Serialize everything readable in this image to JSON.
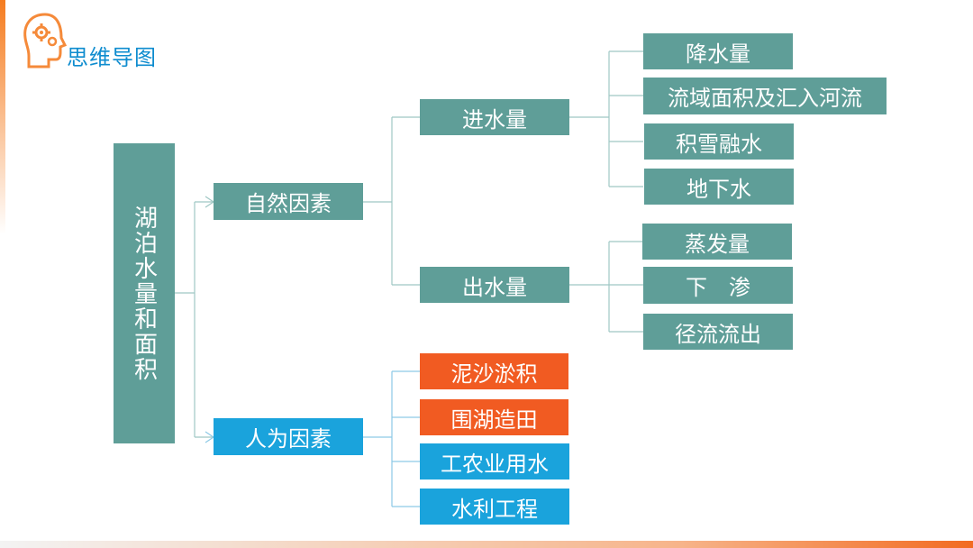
{
  "header": {
    "brand_title": "思维导图",
    "logo_icon": "head-gears-icon",
    "accent_color": "#f57c1f",
    "brand_color": "#0e8ccf"
  },
  "mindmap": {
    "root": "湖泊水量和面积",
    "natural": {
      "label": "自然因素",
      "inflow": {
        "label": "进水量",
        "items": [
          "降水量",
          "流域面积及汇入河流",
          "积雪融水",
          "地下水"
        ]
      },
      "outflow": {
        "label": "出水量",
        "items": [
          "蒸发量",
          "下　渗",
          "径流流出"
        ]
      }
    },
    "human": {
      "label": "人为因素",
      "items": [
        "泥沙淤积",
        "围湖造田",
        "工农业用水",
        "水利工程"
      ]
    }
  },
  "colors": {
    "teal": "#5f9e98",
    "orange": "#f15b22",
    "blue": "#1aa3dc"
  }
}
